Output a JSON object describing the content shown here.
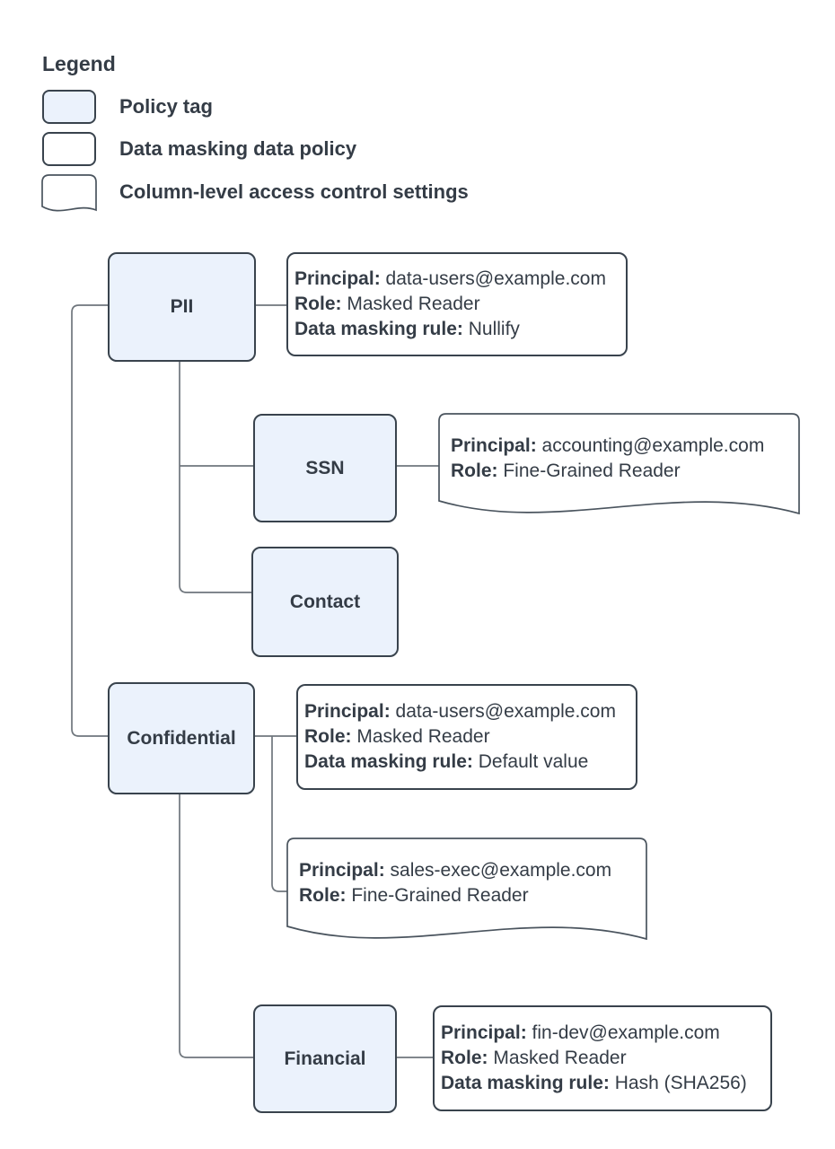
{
  "legend": {
    "title": "Legend",
    "items": [
      {
        "swatch": "policy-tag-swatch",
        "label": "Policy tag"
      },
      {
        "swatch": "data-masking-policy-swatch",
        "label": "Data masking data policy"
      },
      {
        "swatch": "column-access-control-swatch",
        "label": "Column-level access control settings"
      }
    ]
  },
  "nodes": {
    "pii": {
      "label": "PII"
    },
    "ssn": {
      "label": "SSN"
    },
    "contact": {
      "label": "Contact"
    },
    "confidential": {
      "label": "Confidential"
    },
    "financial": {
      "label": "Financial"
    }
  },
  "policies": {
    "pii_masking": {
      "lines": [
        {
          "label": "Principal: ",
          "value": "data-users@example.com"
        },
        {
          "label": "Role: ",
          "value": "Masked Reader"
        },
        {
          "label": "Data masking rule: ",
          "value": "Nullify"
        }
      ]
    },
    "ssn_access": {
      "lines": [
        {
          "label": "Principal: ",
          "value": "accounting@example.com"
        },
        {
          "label": "Role: ",
          "value": "Fine-Grained Reader"
        }
      ]
    },
    "confidential_masking": {
      "lines": [
        {
          "label": "Principal: ",
          "value": "data-users@example.com"
        },
        {
          "label": "Role: ",
          "value": "Masked Reader"
        },
        {
          "label": "Data masking rule: ",
          "value": "Default value"
        }
      ]
    },
    "confidential_access": {
      "lines": [
        {
          "label": "Principal: ",
          "value": "sales-exec@example.com"
        },
        {
          "label": "Role: ",
          "value": "Fine-Grained Reader"
        }
      ]
    },
    "financial_masking": {
      "lines": [
        {
          "label": "Principal: ",
          "value": "fin-dev@example.com"
        },
        {
          "label": "Role: ",
          "value": "Masked Reader"
        },
        {
          "label": "Data masking rule: ",
          "value": "Hash (SHA256)"
        }
      ]
    }
  },
  "colors": {
    "policy_tag_fill": "#EBF2FC",
    "shape_border": "#39434D",
    "document_border": "#4A545E",
    "connector": "#6F767D",
    "text": "#343C46",
    "background": "#FFFFFF"
  }
}
